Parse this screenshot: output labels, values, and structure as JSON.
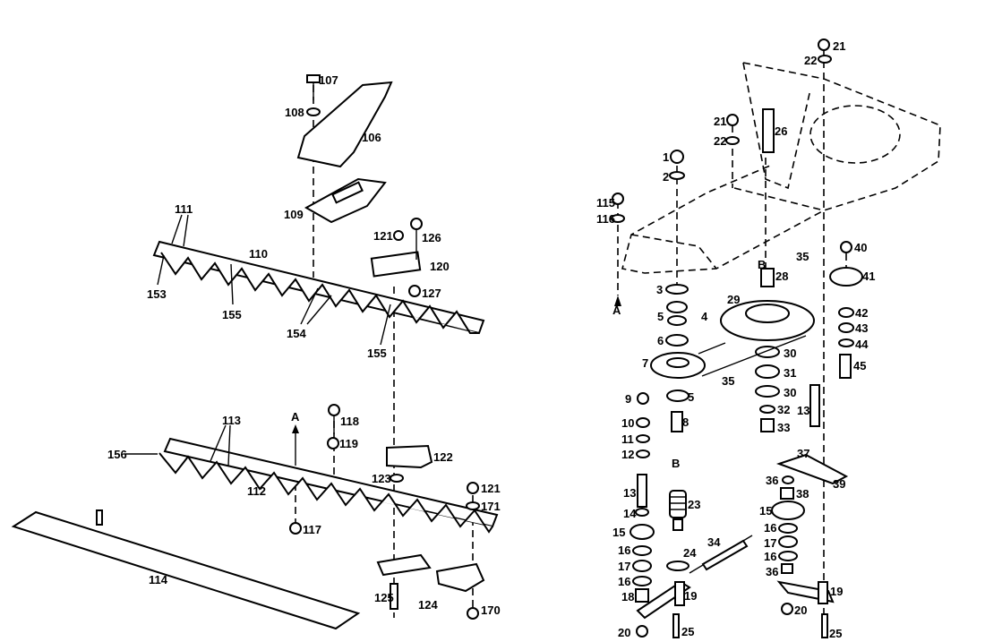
{
  "left_assembly": {
    "labels": {
      "l107": "107",
      "l108": "108",
      "l106": "106",
      "l109": "109",
      "l111": "111",
      "l110": "110",
      "l153": "153",
      "l155a": "155",
      "l154": "154",
      "l155b": "155",
      "l121a": "121",
      "l126": "126",
      "l120": "120",
      "l127": "127",
      "l113": "113",
      "l118": "118",
      "l119": "119",
      "l156": "156",
      "l112": "112",
      "l122": "122",
      "l123": "123",
      "l121b": "121",
      "l171": "171",
      "l117": "117",
      "l114": "114",
      "l125": "125",
      "l124": "124",
      "l170": "170",
      "lA": "A"
    }
  },
  "right_assembly": {
    "labels": {
      "r21a": "21",
      "r22a": "22",
      "r21b": "21",
      "r22b": "22",
      "r26": "26",
      "r1": "1",
      "r2": "2",
      "r115": "115",
      "r116": "116",
      "rA": "A",
      "r3": "3",
      "r5a": "5",
      "r4": "4",
      "r6": "6",
      "r7": "7",
      "r9": "9",
      "r5b": "5",
      "r8": "8",
      "r10": "10",
      "r11": "11",
      "r12": "12",
      "rB1": "B",
      "r28": "28",
      "r35a": "35",
      "r29": "29",
      "r35b": "35",
      "r30a": "30",
      "r31": "31",
      "r30b": "30",
      "r32": "32",
      "r33": "33",
      "r40": "40",
      "r41": "41",
      "r42": "42",
      "r43": "43",
      "r44": "44",
      "r45": "45",
      "r13a": "13",
      "r37": "37",
      "r39": "39",
      "r36a": "36",
      "r38": "38",
      "r13b": "13",
      "rB2": "B",
      "r23": "23",
      "r14": "14",
      "r15a": "15",
      "r16a": "16",
      "r17a": "17",
      "r16b": "16",
      "r18": "18",
      "r19a": "19",
      "r24": "24",
      "r34": "34",
      "r20a": "20",
      "r25a": "25",
      "r15b": "15",
      "r16c": "16",
      "r17b": "17",
      "r16d": "16",
      "r36b": "36",
      "r19b": "19",
      "r20b": "20",
      "r25b": "25"
    }
  }
}
